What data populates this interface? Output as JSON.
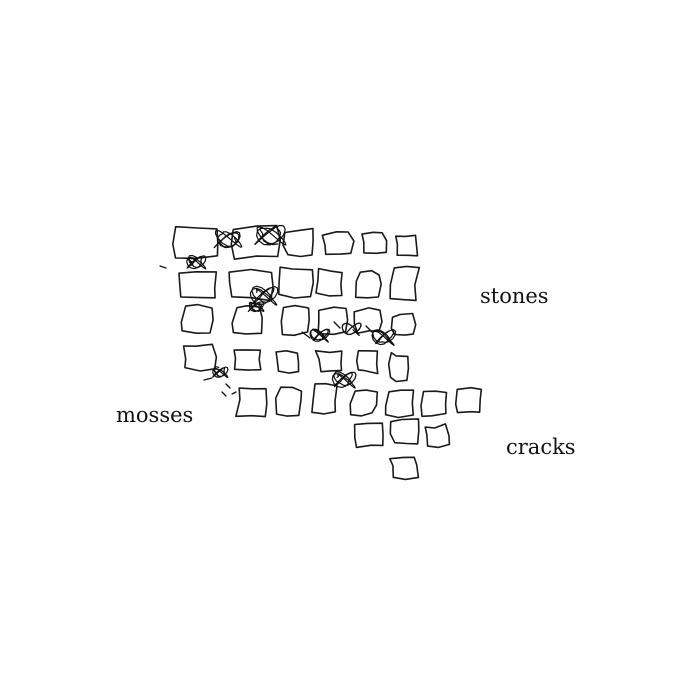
{
  "labels": {
    "stones": "stones",
    "mosses": "mosses",
    "cracks": "cracks"
  },
  "colors": {
    "ink": "#111111",
    "paper": "#ffffff"
  }
}
